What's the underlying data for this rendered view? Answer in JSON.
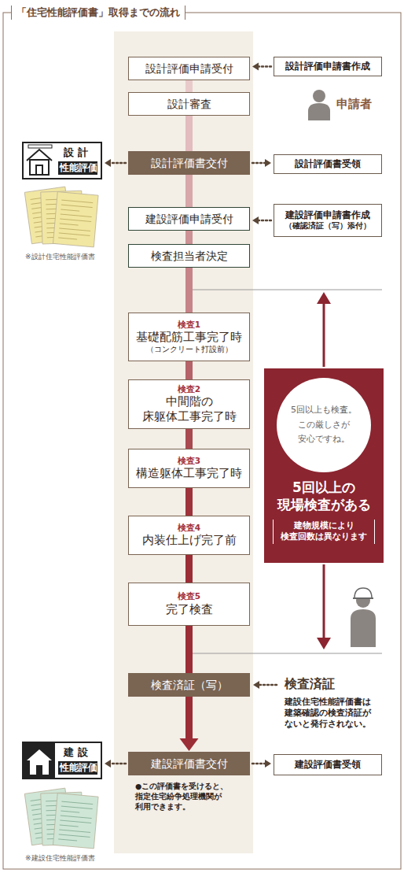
{
  "diagram": {
    "title": "「住宅性能評価書」取得までの流れ",
    "nodes": [
      {
        "text": [
          "設計評価申請受付"
        ]
      },
      {
        "text": [
          "設計評価申請書作成"
        ]
      },
      {
        "text": [
          "設計審査"
        ]
      },
      {
        "text": [
          "設計評価書交付"
        ]
      },
      {
        "text": [
          "設計評価書受領"
        ]
      },
      {
        "text": [
          "設計",
          "性能評価"
        ]
      },
      {
        "text": [
          "建設評価申請受付"
        ]
      },
      {
        "text": [
          "建設評価申請書作成",
          "（確認済証（写）添付）"
        ]
      },
      {
        "text": [
          "検査担当者決定"
        ]
      },
      {
        "text": [
          "検査1",
          "基礎配筋工事完了時",
          "（コンクリート打設前）"
        ]
      },
      {
        "text": [
          "検査2",
          "中間階の 床躯体工事完了時"
        ]
      },
      {
        "text": [
          "検査3",
          "構造躯体工事完了時"
        ]
      },
      {
        "text": [
          "検査4",
          "内装仕上げ完了前"
        ]
      },
      {
        "text": [
          "検査5",
          "完了検査"
        ]
      },
      {
        "text": [
          "5回以上の 現場検査がある",
          "建物規模により 検査回数は異なります"
        ]
      },
      {
        "text": [
          "5回以上も検査。 この厳しさが 安心ですね。"
        ],
        "in": 14
      },
      {
        "text": [
          "検査済証（写）"
        ]
      },
      {
        "text": [
          "建設評価書交付"
        ]
      },
      {
        "text": [
          "建設評価書受領"
        ]
      },
      {
        "text": [
          "建設",
          "性能評価"
        ]
      }
    ],
    "edges": [
      {
        "from": 1,
        "to": 0,
        "arrow": "to"
      },
      {
        "from": 0,
        "to": 2,
        "arrow": "none"
      },
      {
        "from": 2,
        "to": 3,
        "arrow": "none"
      },
      {
        "from": 3,
        "to": 5,
        "arrow": "to"
      },
      {
        "from": 3,
        "to": 4,
        "arrow": "to"
      },
      {
        "from": 3,
        "to": 6,
        "arrow": "none"
      },
      {
        "from": 7,
        "to": 6,
        "arrow": "to"
      },
      {
        "from": 6,
        "to": 8,
        "arrow": "none"
      },
      {
        "from": 8,
        "to": 9,
        "arrow": "none"
      },
      {
        "from": 9,
        "to": 10,
        "arrow": "none"
      },
      {
        "from": 10,
        "to": 11,
        "arrow": "none"
      },
      {
        "from": 11,
        "to": 12,
        "arrow": "none"
      },
      {
        "from": 12,
        "to": 13,
        "arrow": "none"
      },
      {
        "from": 13,
        "to": 16,
        "arrow": "none"
      },
      {
        "from": 16,
        "to": 17,
        "arrow": "to"
      },
      {
        "from": 17,
        "to": 19,
        "arrow": "to"
      },
      {
        "from": 17,
        "to": 18,
        "arrow": "to"
      }
    ],
    "labels": [
      "申請者",
      "※設計住宅性能評価書",
      "検査済証",
      "建設住宅性能評価書は 建築確認の検査済証が ないと発行されない。",
      "●この評価書を受けると、 指定住宅紛争処理機関が 利用できます。",
      "※建設住宅性能評価書"
    ]
  }
}
